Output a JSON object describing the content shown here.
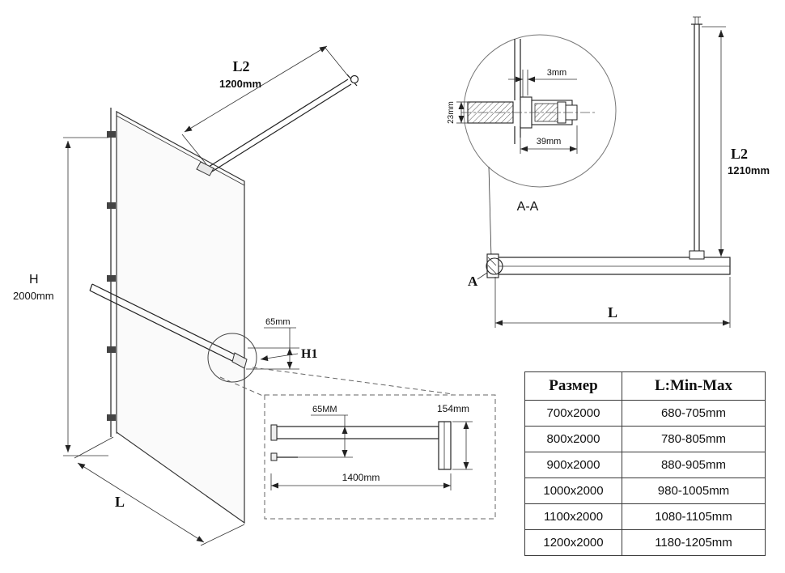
{
  "iso_view": {
    "l2_label": "L2",
    "l2_value": "1200mm",
    "h_label": "H",
    "h_value": "2000mm",
    "l_label": "L",
    "bar_height": "65mm",
    "h1_label": "H1"
  },
  "detail_view": {
    "height_label": "65MM",
    "bracket_height": "154mm",
    "length": "1400mm"
  },
  "section_view": {
    "title": "A-A",
    "gap": "3mm",
    "thickness": "23mm",
    "depth": "39mm"
  },
  "side_view": {
    "a_label": "A",
    "l2_label": "L2",
    "l2_value": "1210mm",
    "l_label": "L"
  },
  "table": {
    "headers": {
      "size": "Размер",
      "range": "L:Min-Max"
    },
    "rows": [
      {
        "size": "700x2000",
        "range": "680-705mm"
      },
      {
        "size": "800x2000",
        "range": "780-805mm"
      },
      {
        "size": "900x2000",
        "range": "880-905mm"
      },
      {
        "size": "1000x2000",
        "range": "980-1005mm"
      },
      {
        "size": "1100x2000",
        "range": "1080-1105mm"
      },
      {
        "size": "1200x2000",
        "range": "1180-1205mm"
      }
    ]
  }
}
